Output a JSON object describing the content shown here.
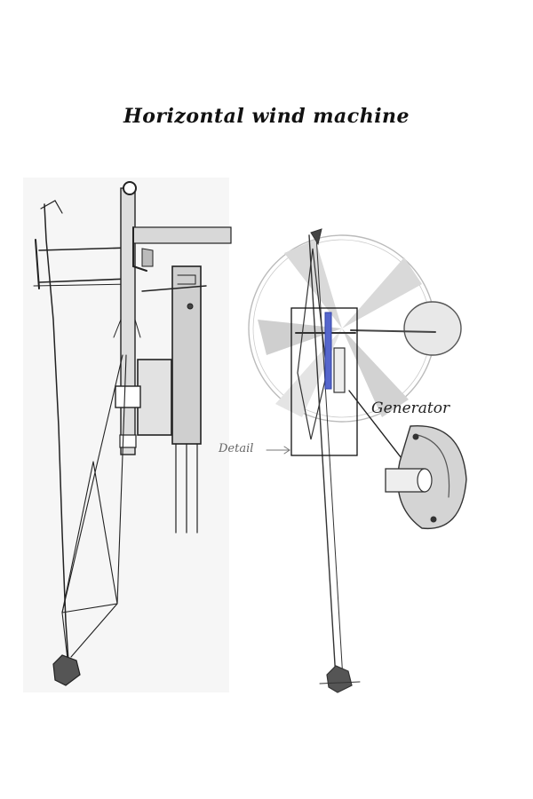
{
  "title": "Horizontal wind machine",
  "labels": {
    "generator": "Generator",
    "detail": "Detail"
  },
  "colors": {
    "ink": "#222222",
    "highlight": "#5566cc",
    "paper": "#ffffff"
  }
}
